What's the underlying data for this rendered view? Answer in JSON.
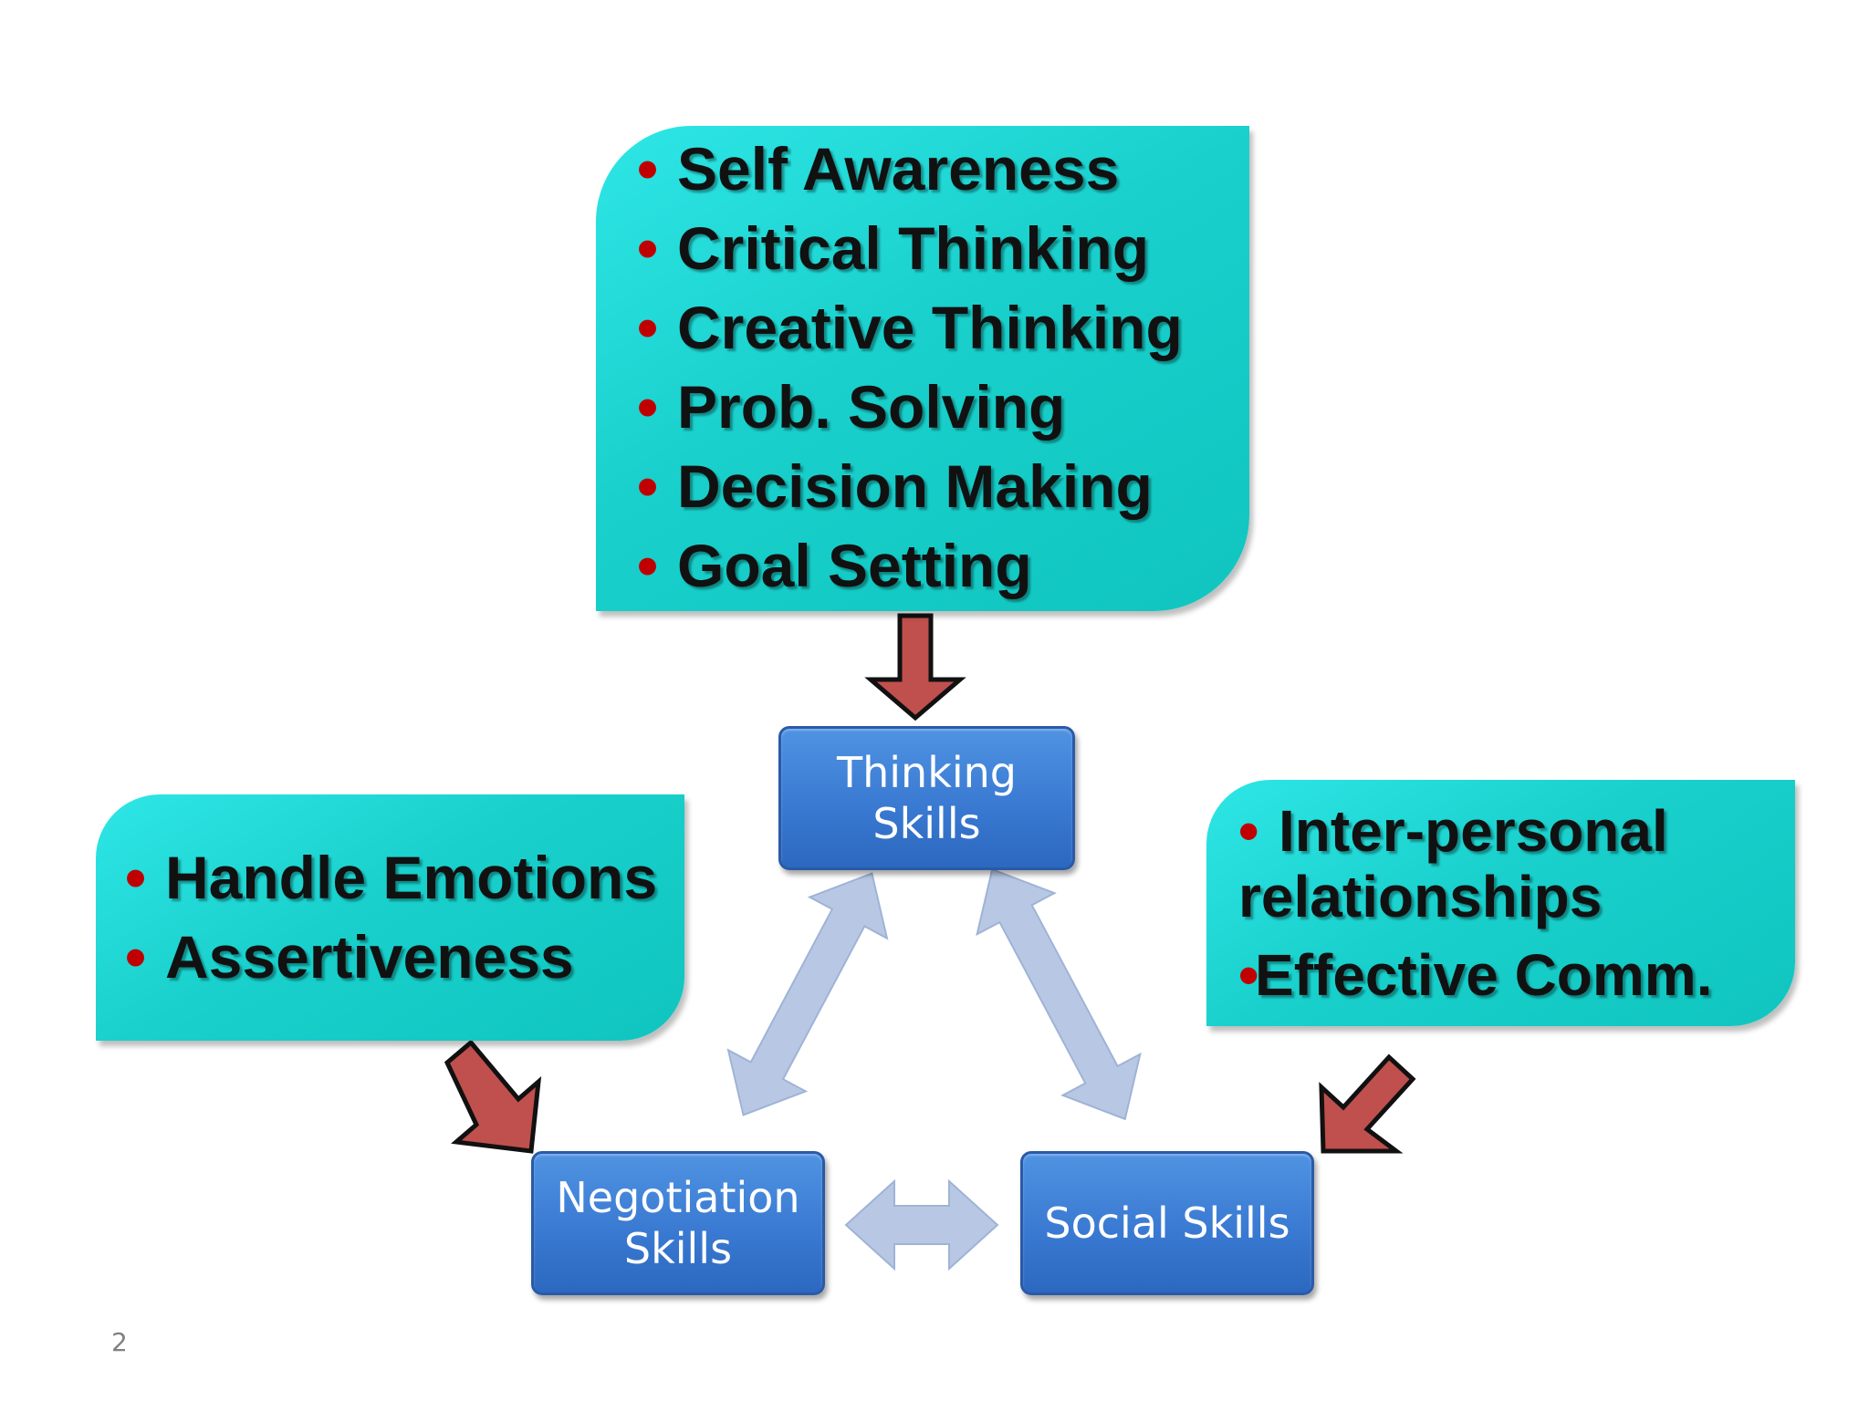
{
  "boxes": {
    "top": {
      "items": [
        "Self Awareness",
        "Critical Thinking",
        "Creative Thinking",
        "Prob. Solving",
        "Decision Making",
        "Goal Setting"
      ]
    },
    "left": {
      "items": [
        "Handle Emotions",
        "Assertiveness"
      ]
    },
    "right": {
      "items": [
        "Inter-personal relationships",
        "Effective Comm."
      ]
    }
  },
  "bullet": "•",
  "nodes": {
    "thinking": "Thinking Skills",
    "negotiation": "Negotiation Skills",
    "social": "Social Skills"
  },
  "colors": {
    "teal_box": "#19d0cc",
    "blue_node": "#3a7ad2",
    "red_arrow": "#c0504d",
    "light_arrow": "#b8c8e4",
    "bullet": "#c00000"
  },
  "page_number": "2"
}
